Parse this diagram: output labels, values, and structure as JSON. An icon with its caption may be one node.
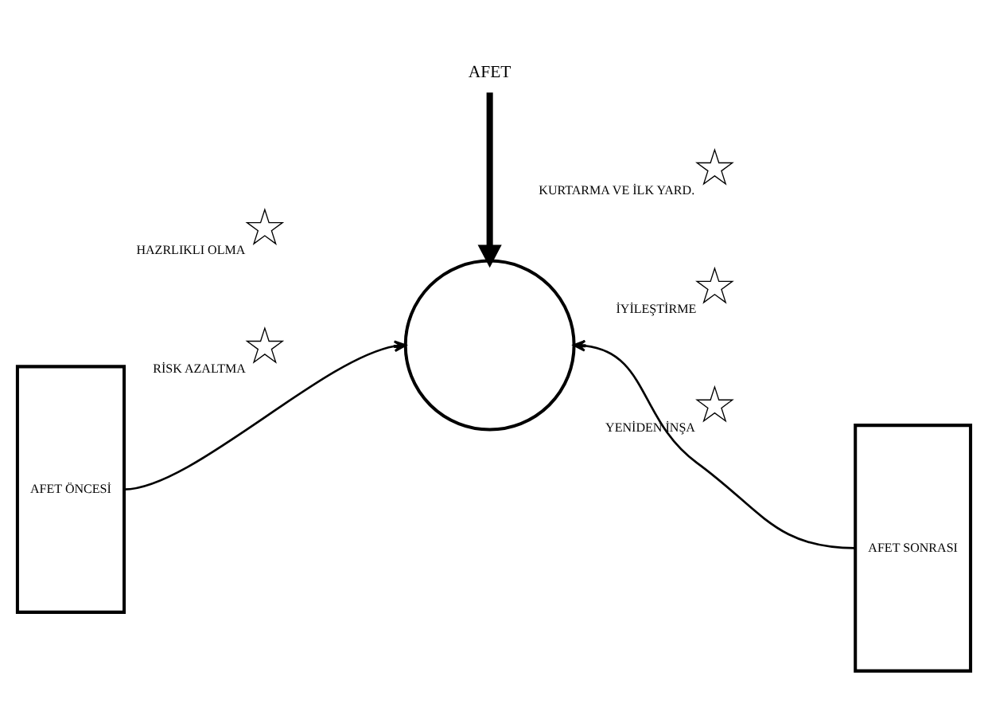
{
  "diagram": {
    "nodes": [
      {
        "text": [
          "AFET"
        ]
      },
      {
        "text": [],
        "shape": "circle"
      },
      {
        "text": [
          "HAZRLIKLI OLMA"
        ]
      },
      {
        "text": [
          "KURTARMA VE İLK YARD."
        ]
      },
      {
        "text": [
          "İYİLEŞTİRME"
        ]
      },
      {
        "text": [
          "YENİDEN İNŞA"
        ]
      },
      {
        "text": [
          "RİSK AZALTMA"
        ]
      },
      {
        "text": [
          "AFET ÖNCESİ"
        ]
      },
      {
        "text": [
          "AFET SONRASI"
        ]
      }
    ],
    "edges": [
      {
        "from": 0,
        "to": 1,
        "arrow": "to",
        "style": "thick"
      },
      {
        "from": 7,
        "to": 1,
        "arrow": "to"
      },
      {
        "from": 8,
        "to": 1,
        "arrow": "to"
      }
    ]
  }
}
